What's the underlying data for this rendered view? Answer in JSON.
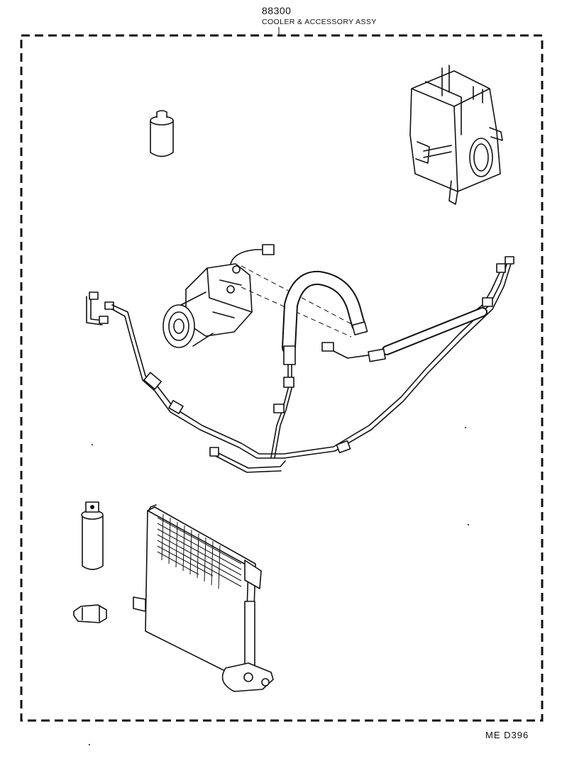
{
  "header": {
    "part_number": "88300",
    "assembly_name": "COOLER & ACCESSORY ASSY"
  },
  "footer": {
    "reference_code": "ME  D396"
  },
  "components": {
    "receiver_small_icon": "receiver-dryer-icon",
    "evaporator_icon": "evaporator-unit-icon",
    "compressor_icon": "compressor-icon",
    "hoses_icon": "refrigerant-hose-icon",
    "receiver_dryer_icon": "receiver-dryer-icon",
    "bracket_icon": "clamp-bracket-icon",
    "condenser_icon": "condenser-icon"
  },
  "colors": {
    "line": "#111111",
    "background": "#ffffff"
  }
}
